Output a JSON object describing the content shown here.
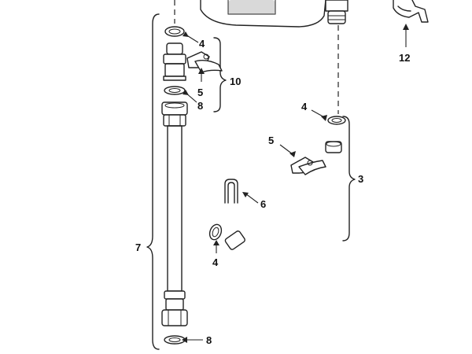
{
  "callouts": {
    "c3": "3",
    "c4_top": "4",
    "c4_right": "4",
    "c4_bottom": "4",
    "c5_left": "5",
    "c5_right": "5",
    "c6": "6",
    "c7": "7",
    "c8_top": "8",
    "c8_bottom": "8",
    "c10": "10",
    "c12": "12"
  }
}
